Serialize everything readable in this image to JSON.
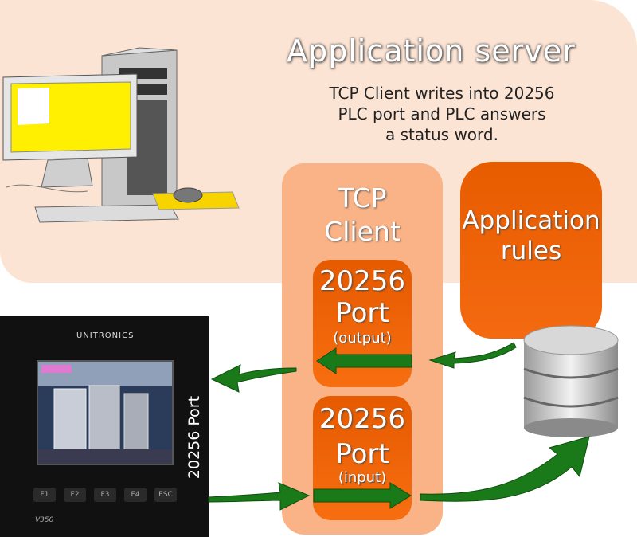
{
  "server": {
    "title": "Application server",
    "description_lines": [
      "TCP Client writes into 20256",
      "PLC port and PLC answers",
      "a status word."
    ]
  },
  "tcp_client": {
    "title_lines": [
      "TCP",
      "Client"
    ],
    "output_port": {
      "number": "20256",
      "word": "Port",
      "sub": "(output)"
    },
    "input_port": {
      "number": "20256",
      "word": "Port",
      "sub": "(input)"
    }
  },
  "rules": {
    "lines": [
      "Application",
      "rules"
    ]
  },
  "plc": {
    "brand": "UNITRONICS",
    "model": "V350",
    "port_label": "20256 Port",
    "keys": [
      "F1",
      "F2",
      "F3",
      "F4",
      "ESC"
    ]
  },
  "colors": {
    "orange": "#f46a10",
    "panel": "#f9b386",
    "server_bg": "#fce4d4",
    "arrow": "#1a7a1a"
  }
}
